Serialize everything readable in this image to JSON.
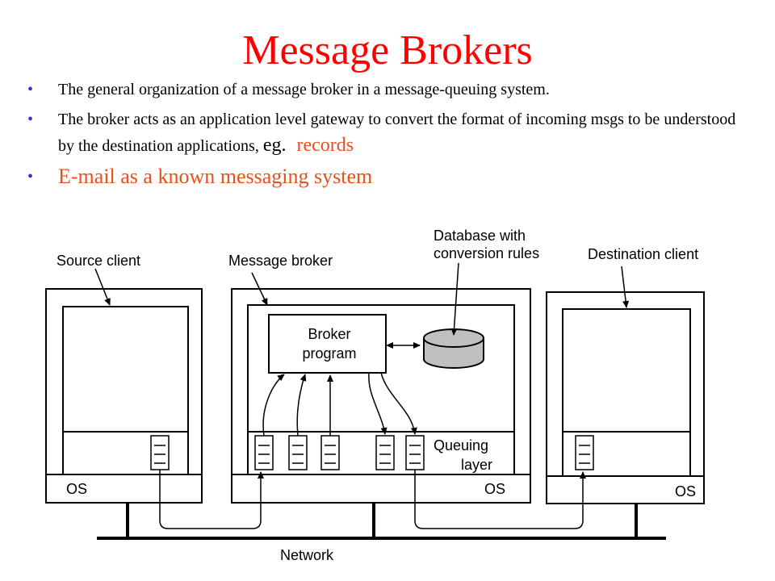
{
  "slide": {
    "title": "Message Brokers",
    "bullets": [
      "The general organization of a message broker in a message-queuing  system.",
      "The broker acts as an application level gateway to convert the format of incoming msgs to be understood by the destination applications,",
      "E-mail as a known messaging  system"
    ],
    "bullet2_eg": "eg.",
    "bullet2_records": "records"
  },
  "diagram": {
    "source_client": "Source client",
    "message_broker": "Message broker",
    "database_line1": "Database with",
    "database_line2": "conversion rules",
    "destination_client": "Destination client",
    "broker_line1": "Broker",
    "broker_line2": "program",
    "queuing_line1": "Queuing",
    "queuing_line2": "layer",
    "os_source": "OS",
    "os_broker": "OS",
    "os_destination": "OS",
    "network": "Network"
  },
  "colors": {
    "title": "#ff0000",
    "highlight": "#e8501a",
    "bullet_dot": "#3333cc",
    "db_fill": "#c0c0c0"
  }
}
